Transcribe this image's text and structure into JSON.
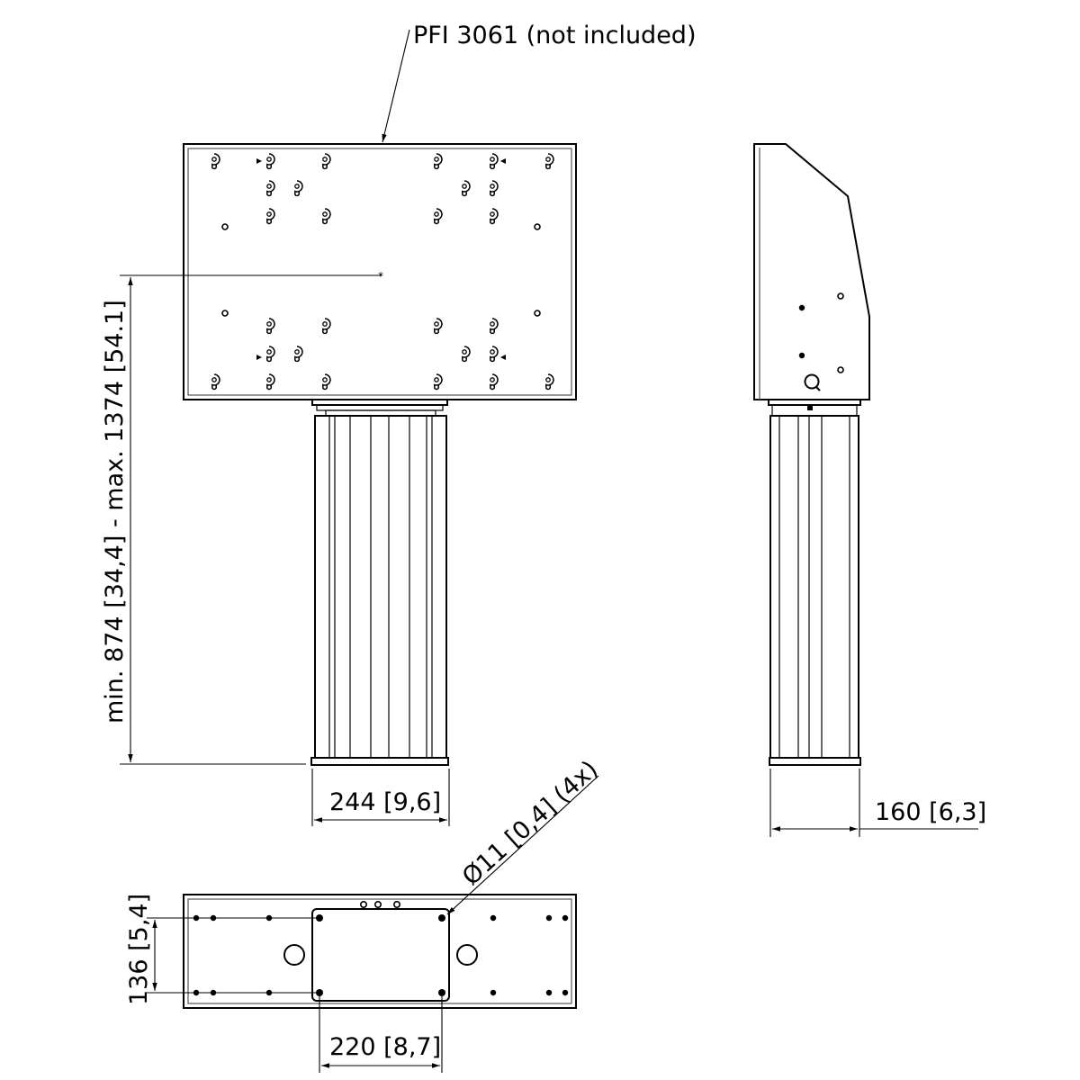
{
  "labels": {
    "mount_plate": "PFI 3061 (not included)",
    "height_range": "min. 874 [34,4] - max. 1374 [54.1]",
    "column_width": "244 [9,6]",
    "depth": "160 [6,3]",
    "hole_spec": "Ø11 [0,4] (4x)",
    "base_depth": "136 [5,4]",
    "hole_spacing": "220 [8,7]"
  }
}
